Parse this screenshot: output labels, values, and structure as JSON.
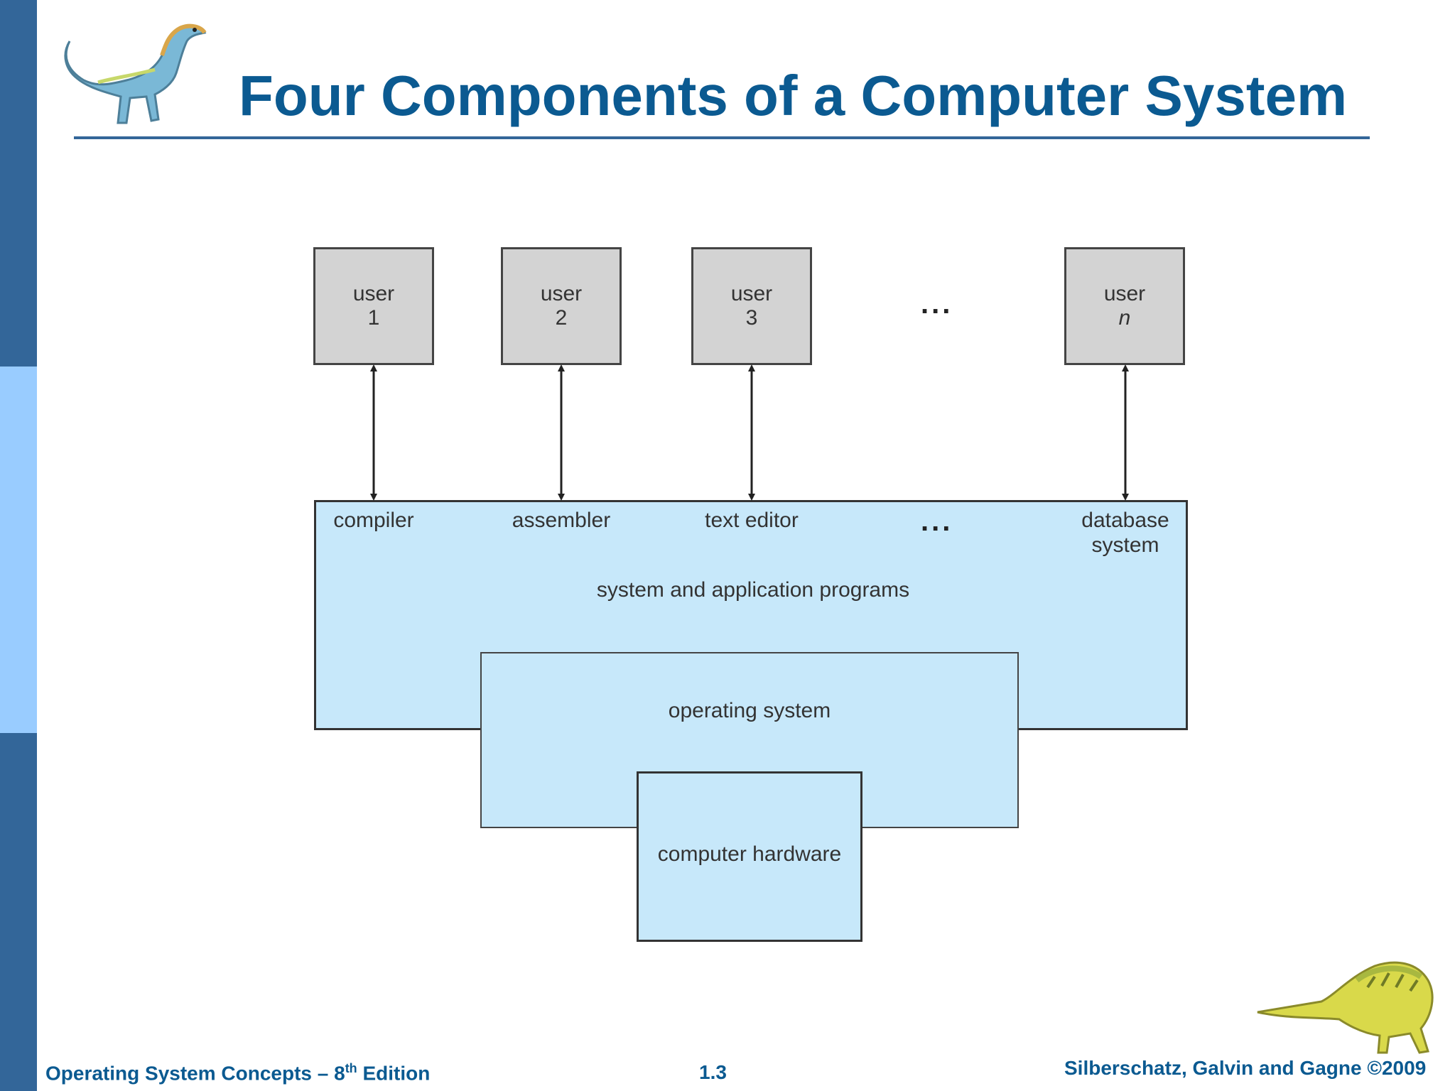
{
  "slide": {
    "title": "Four Components of a Computer System",
    "footer_left_pre": "Operating System Concepts – 8",
    "footer_left_sup": "th",
    "footer_left_post": " Edition",
    "page_number": "1.3",
    "footer_right": "Silberschatz, Galvin and Gagne ©2009"
  },
  "diagram": {
    "users": [
      {
        "line1": "user",
        "line2": "1"
      },
      {
        "line1": "user",
        "line2": "2"
      },
      {
        "line1": "user",
        "line2": "3"
      },
      {
        "line1": "user",
        "line2": "n"
      }
    ],
    "user_ellipsis": "...",
    "programs": [
      "compiler",
      "assembler",
      "text editor",
      "database",
      "system"
    ],
    "program_ellipsis": "...",
    "layer_programs": "system and application programs",
    "layer_os": "operating system",
    "layer_hardware": "computer hardware"
  },
  "colors": {
    "title": "#0b5a91",
    "sidebar_dark": "#336699",
    "sidebar_light": "#99ccff",
    "layer_fill": "#c7e8fa",
    "user_fill": "#d3d3d3"
  },
  "icons": [
    "dinosaur-top-left",
    "dinosaur-bottom-right"
  ]
}
